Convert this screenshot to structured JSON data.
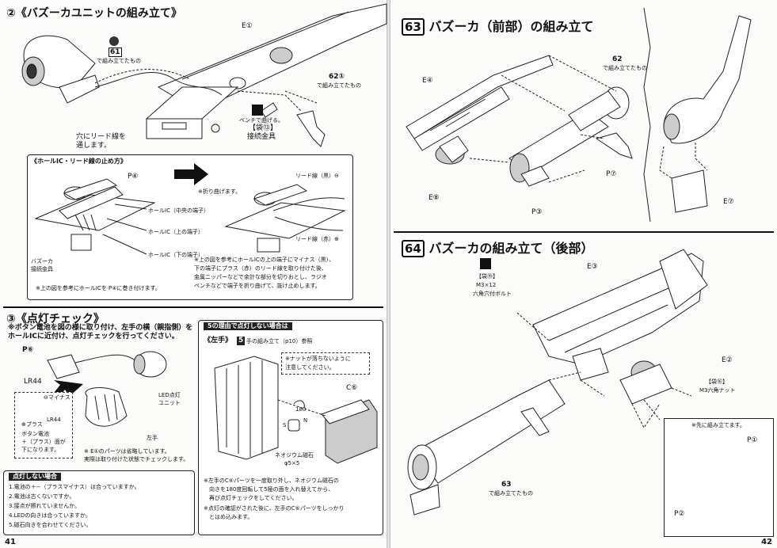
{
  "left": {
    "page_number": "41",
    "sec2": {
      "title": "②《バズーカユニットの組み立て》",
      "label_e1": "E①",
      "label_31": "61",
      "label_31_note": "で組み立てたもの",
      "label_32": "62①",
      "label_32_note": "で組み立てたもの",
      "tool_note": "ペンチで曲げる。",
      "bag": "【袋⑬】",
      "bag_item": "接続金具",
      "hole_note1": "穴にリード線を",
      "hole_note2": "通します。",
      "sub_title": "《ホールIC・リード線の止め方》",
      "p4": "P④",
      "hall_center": "ホールIC（中央の端子）",
      "hall_top": "ホールIC（上の端子）",
      "hall_bottom": "ホールIC（下の端子）",
      "bazooka_fitting1": "バズーカ",
      "bazooka_fitting2": "接続金具",
      "bend_note": "※折り曲げます。",
      "lead_black": "リード線（黒）⊖",
      "lead_red": "リード線（赤）⊕",
      "note_ref": "※上の図を参考にホールICを P④に巻き付けます。",
      "right_note": [
        "※上の図を参考にホールICの上の端子にマイナス（黒）、",
        "下の端子にプラス（赤）のリード線を取り付けた後、",
        "金属ニッパーなどで余計な部分を切りおとし、ラジオ",
        "ペンチなどで端子を折り曲げて、抜け止めします。"
      ]
    },
    "sec3": {
      "title": "③《点灯チェック》",
      "instr1": "※ボタン電池を図の様に取り付け、左手の横（親指側）を",
      "instr2": "ホールICに近付け、点灯チェックを行ってください。",
      "p6": "P⑥",
      "lr44": "LR44",
      "lr44_b": "LR44",
      "minus": "⊖マイナス",
      "plus": "⊕プラス",
      "battery_note": [
        "ボタン電池",
        "＋（プラス）面が",
        "下になります。"
      ],
      "led": [
        "LED点灯",
        "ユニット"
      ],
      "left_hand": "左手",
      "e1_note1": "※ E①のパーツは省略しています。",
      "e1_note2": "実際は取り付けた状態でチェックします。",
      "fail_title": "点灯しない場合",
      "checks": [
        "1.電池の＋−（プラスマイナス）は合っていますか。",
        "2.電池は古くないですか。",
        "3.接点が擦れていませんか。",
        "4.LEDの向きは合っていますか。",
        "5.磁石向きを合わせてください。"
      ],
      "case5_title": "5の理由で点灯しない場合は",
      "left_hand_title": "《左手》",
      "left_hand_ref_num": "5",
      "left_hand_ref": "手の組み立て（p10）参照",
      "nut_note1": "※ナットが落ちないように",
      "nut_note2": "注意してください。",
      "c6": "C⑥",
      "rot180": "180",
      "s_label": "S",
      "n_label": "N",
      "magnet1": "ネオジウム磁石",
      "magnet2": "φ5×5",
      "bottom_note": [
        "※左手のC⑥パーツを一度取り外し、ネオジウム磁石の",
        "　向きを180度回転して5極の面を入れ替えてから、",
        "　再び点灯チェックをしてください。",
        "※点灯の確認がされた後に、左手のC⑥パーツをしっかり",
        "　とはめ込みます。"
      ]
    }
  },
  "right": {
    "page_number": "42",
    "sec63": {
      "num": "63",
      "title": "バズーカ（前部）の組み立て",
      "e4": "E④",
      "e8": "E⑧",
      "p3": "P③",
      "p7": "P⑦",
      "e7": "E⑦",
      "ref62": "62",
      "ref62_note": "で組み立てたもの"
    },
    "sec64": {
      "num": "64",
      "title": "バズーカの組み立て（後部）",
      "bag19": "【袋⑲】",
      "bolt1": "M3×12",
      "bolt2": "六角穴付ボルト",
      "e3": "E③",
      "e2": "E②",
      "bag16": "【袋⑯】",
      "nut": "M3六角ナット",
      "ref63": "63",
      "ref63_note": "で組み立てたもの",
      "pre_note": "※先に組み立てます。",
      "p1": "P①",
      "p2": "P②"
    }
  }
}
